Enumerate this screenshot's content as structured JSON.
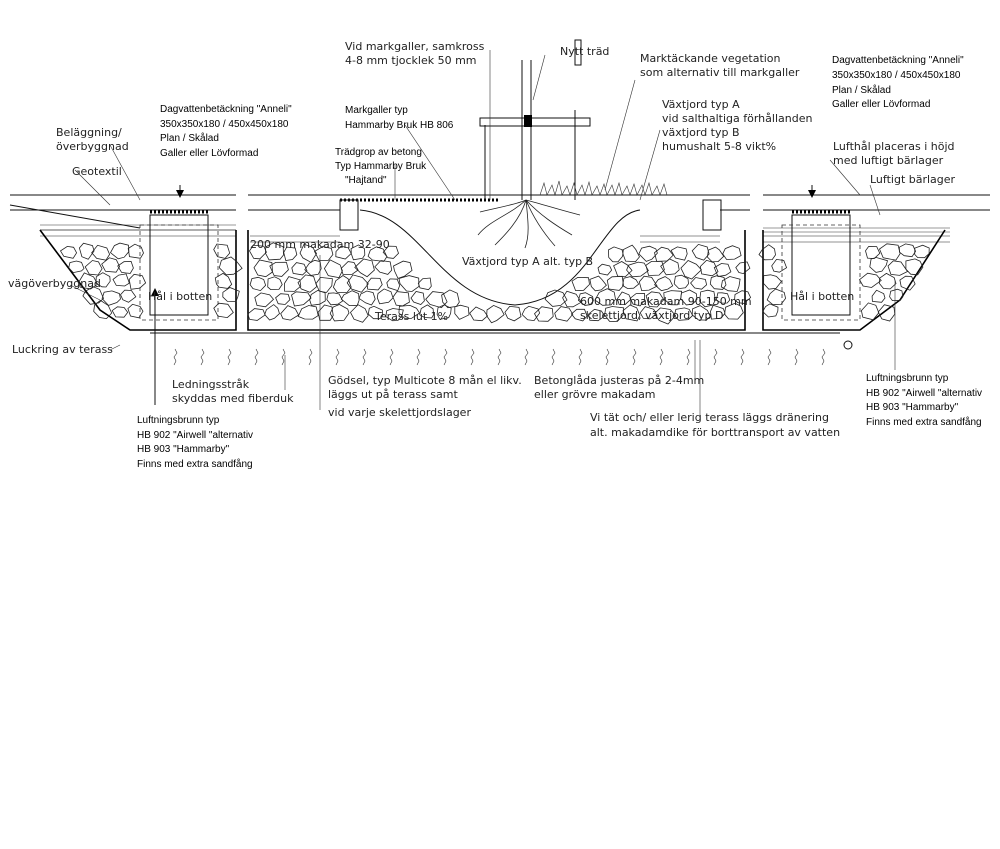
{
  "labels": {
    "vid_markgaller": "Vid markgaller, samkross",
    "vid_markgaller_2": "4-8 mm tjocklek 50 mm",
    "nytt_trad": "Nytt träd",
    "marktackande": "Marktäckande vegetation",
    "marktackande_2": "som alternativ till markgaller",
    "dagvatten_left_1": "Dagvattenbetäckning \"Anneli\"",
    "dagvatten_left_2": "350x350x180  / 450x450x180",
    "dagvatten_left_3": "Plan / Skålad",
    "dagvatten_left_4": "Galler eller Lövformad",
    "markgaller_typ_1": "Markgaller typ",
    "markgaller_typ_2": "Hammarby Bruk HB 806",
    "vaxtjord_a_1": "Växtjord typ A",
    "vaxtjord_a_2": "vid salthaltiga förhållanden",
    "vaxtjord_a_3": "växtjord typ B",
    "vaxtjord_a_4": "humushalt 5-8 vikt%",
    "dagvatten_right_1": "Dagvattenbetäckning \"Anneli\"",
    "dagvatten_right_2": "350x350x180  / 450x450x180",
    "dagvatten_right_3": "Plan / Skålad",
    "dagvatten_right_4": "Galler eller Lövformad",
    "belaggning_1": "Beläggning/",
    "belaggning_2": "överbyggnad",
    "geotextil": "Geotextil",
    "tradgrop_1": "Trädgrop av betong",
    "tradgrop_2": "Typ Hammarby Bruk",
    "tradgrop_3": "\"Hajtand\"",
    "lufthal_1": "Lufthål placeras i höjd",
    "lufthal_2": "med luftigt bärlager",
    "luftigt_barlager": "Luftigt bärlager",
    "makadam_200": "200 mm makadam 32-90",
    "vaxtjord_ab": "Växtjord typ A alt. typ B",
    "vagoverbyggnad": "vägöverbyggnad",
    "hal_i_botten_left": "Hål i botten",
    "hal_i_botten_right": "Hål i botten",
    "terass_lut": "Terass lut 1%",
    "makadam_600_1": "600 mm makadam 90-150 mm",
    "makadam_600_2": "skelettjord, växtjord typ D",
    "luckring": "Luckring av terass",
    "ledningsstrak_1": "Ledningsstråk",
    "ledningsstrak_2": "skyddas med fiberduk",
    "godsel_1": "Gödsel, typ Multicote 8 mån el likv.",
    "godsel_2": "läggs ut på terass samt",
    "godsel_3": "vid varje skelettjordslager",
    "betonglada_1": "Betonglåda justeras på 2-4mm",
    "betonglada_2": "eller grövre makadam",
    "vid_tat_1": "Vi tät och/ eller lerig terass läggs dränering",
    "vid_tat_2": "alt. makadamdike för borttransport av vatten",
    "luftning_left_1": "Luftningsbrunn typ",
    "luftning_left_2": "HB 902 \"Airwell \"alternativ",
    "luftning_left_3": "HB 903 \"Hammarby\"",
    "luftning_left_4": "Finns med extra sandfång",
    "luftning_right_1": "Luftningsbrunn typ",
    "luftning_right_2": "HB 902 \"Airwell \"alternativ",
    "luftning_right_3": "HB 903 \"Hammarby\"",
    "luftning_right_4": "Finns med extra sandfång"
  }
}
